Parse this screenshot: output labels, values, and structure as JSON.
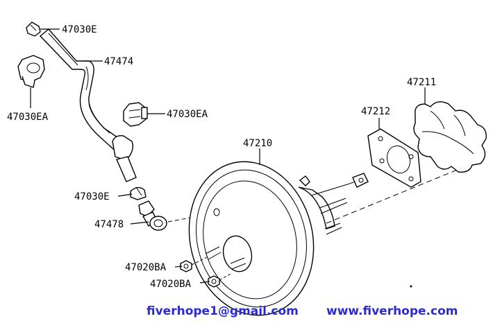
{
  "parts": {
    "clamp_top": "47030E",
    "hose": "47474",
    "clamp_left": "47030EA",
    "clamp_mid": "47030EA",
    "booster": "47210",
    "gasket": "47212",
    "insulator": "47211",
    "clamp_low": "47030E",
    "check_valve": "47478",
    "nut_1": "47020BA",
    "nut_2": "47020BA"
  },
  "watermark": {
    "email": "fiverhope1@gmail.com",
    "website": "www.fiverhope.com"
  },
  "colors": {
    "line": "#000000",
    "watermark": "#2b2bd6",
    "background": "#ffffff"
  }
}
